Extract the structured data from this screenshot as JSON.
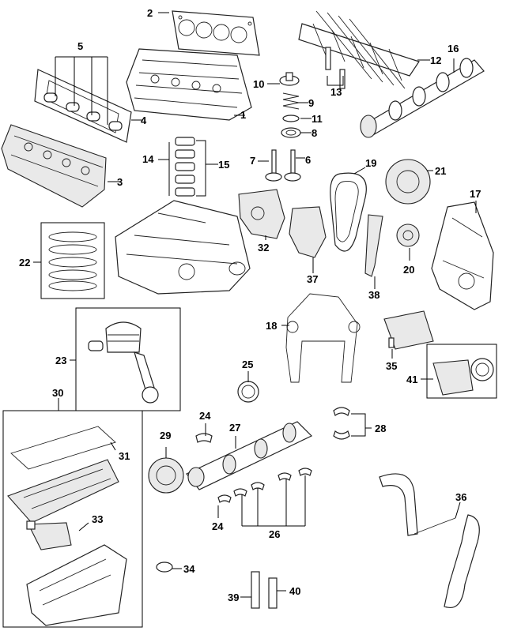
{
  "callouts": [
    {
      "id": "c1",
      "text": "1"
    },
    {
      "id": "c2",
      "text": "2"
    },
    {
      "id": "c3",
      "text": "3"
    },
    {
      "id": "c4",
      "text": "4"
    },
    {
      "id": "c5",
      "text": "5"
    },
    {
      "id": "c6",
      "text": "6"
    },
    {
      "id": "c7",
      "text": "7"
    },
    {
      "id": "c8",
      "text": "8"
    },
    {
      "id": "c9",
      "text": "9"
    },
    {
      "id": "c10",
      "text": "10"
    },
    {
      "id": "c11",
      "text": "11"
    },
    {
      "id": "c12",
      "text": "12"
    },
    {
      "id": "c13",
      "text": "13"
    },
    {
      "id": "c14",
      "text": "14"
    },
    {
      "id": "c15",
      "text": "15"
    },
    {
      "id": "c16",
      "text": "16"
    },
    {
      "id": "c17",
      "text": "17"
    },
    {
      "id": "c18",
      "text": "18"
    },
    {
      "id": "c19",
      "text": "19"
    },
    {
      "id": "c20",
      "text": "20"
    },
    {
      "id": "c21",
      "text": "21"
    },
    {
      "id": "c22",
      "text": "22"
    },
    {
      "id": "c23",
      "text": "23"
    },
    {
      "id": "c24a",
      "text": "24"
    },
    {
      "id": "c24b",
      "text": "24"
    },
    {
      "id": "c25",
      "text": "25"
    },
    {
      "id": "c26",
      "text": "26"
    },
    {
      "id": "c27",
      "text": "27"
    },
    {
      "id": "c28",
      "text": "28"
    },
    {
      "id": "c29",
      "text": "29"
    },
    {
      "id": "c30",
      "text": "30"
    },
    {
      "id": "c31",
      "text": "31"
    },
    {
      "id": "c32",
      "text": "32"
    },
    {
      "id": "c33",
      "text": "33"
    },
    {
      "id": "c34",
      "text": "34"
    },
    {
      "id": "c35",
      "text": "35"
    },
    {
      "id": "c36",
      "text": "36"
    },
    {
      "id": "c37",
      "text": "37"
    },
    {
      "id": "c38",
      "text": "38"
    },
    {
      "id": "c39",
      "text": "39"
    },
    {
      "id": "c40",
      "text": "40"
    },
    {
      "id": "c41",
      "text": "41"
    }
  ],
  "colors": {
    "line": "#000000",
    "part_fill": "#ffffff",
    "part_shade": "#e9e9e9"
  }
}
